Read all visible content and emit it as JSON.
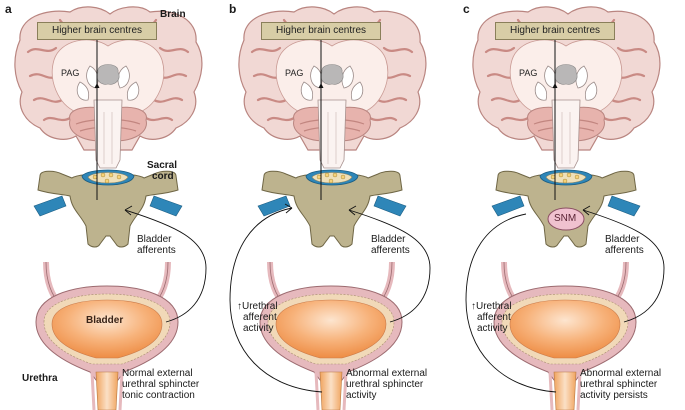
{
  "panels": [
    {
      "letter": "a",
      "higher_brain_centres": "Higher brain centres",
      "pag": "PAG",
      "brain_label": "Brain",
      "sacral_label": "Sacral",
      "cord_label": "cord",
      "bladder_afferents": [
        "Bladder",
        "afferents"
      ],
      "bladder_label": "Bladder",
      "urethra_label": "Urethra",
      "caption": [
        "Normal external",
        "urethral sphincter",
        "tonic contraction"
      ]
    },
    {
      "letter": "b",
      "higher_brain_centres": "Higher brain centres",
      "pag": "PAG",
      "bladder_afferents": [
        "Bladder",
        "afferents"
      ],
      "urethral_activity": [
        "Urethral",
        "afferent",
        "activity"
      ],
      "caption": [
        "Abnormal external",
        "urethral sphincter",
        "activity"
      ]
    },
    {
      "letter": "c",
      "higher_brain_centres": "Higher brain centres",
      "pag": "PAG",
      "snm": "SNM",
      "bladder_afferents": [
        "Bladder",
        "afferents"
      ],
      "urethral_activity": [
        "Urethral",
        "afferent",
        "activity"
      ],
      "caption": [
        "Abnormal external",
        "urethral sphincter",
        "activity persists"
      ]
    }
  ],
  "colors": {
    "brain_fill": "#f1d8d4",
    "brain_stroke": "#b98580",
    "cortex": "#d9a39d",
    "spine_fill": "#bdb38e",
    "spine_stroke": "#6f6645",
    "nerve_blue": "#2e86b8",
    "bladder_outer": "#e6b9bd",
    "bladder_inner": "#f4a25a",
    "snm_fill": "#f0c1cf"
  }
}
